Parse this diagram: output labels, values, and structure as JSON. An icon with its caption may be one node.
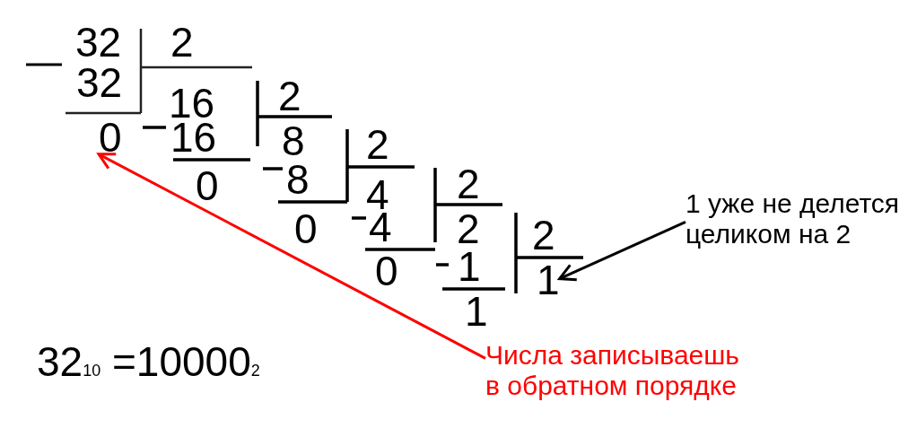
{
  "diagram": {
    "nodes": [
      {
        "text": [
          "0"
        ]
      },
      {
        "text": [
          "1 уже не делется целиком на 2"
        ]
      },
      {
        "text": [
          "1"
        ]
      },
      {
        "text": [
          "Числа записываешь в обратном порядке"
        ]
      }
    ],
    "edges": [
      {
        "from": 1,
        "to": 2,
        "arrow": "to"
      },
      {
        "from": 3,
        "to": 0,
        "arrow": "to",
        "color": "#ff0000"
      }
    ],
    "labels": [
      "32",
      "2",
      "32",
      "2",
      "16",
      "16",
      "8",
      "2",
      "8",
      "0",
      "2",
      "4",
      "4",
      "0",
      "2",
      "2",
      "0",
      "1",
      "1",
      "32$_{10}$ =10000$_{2}$"
    ]
  }
}
